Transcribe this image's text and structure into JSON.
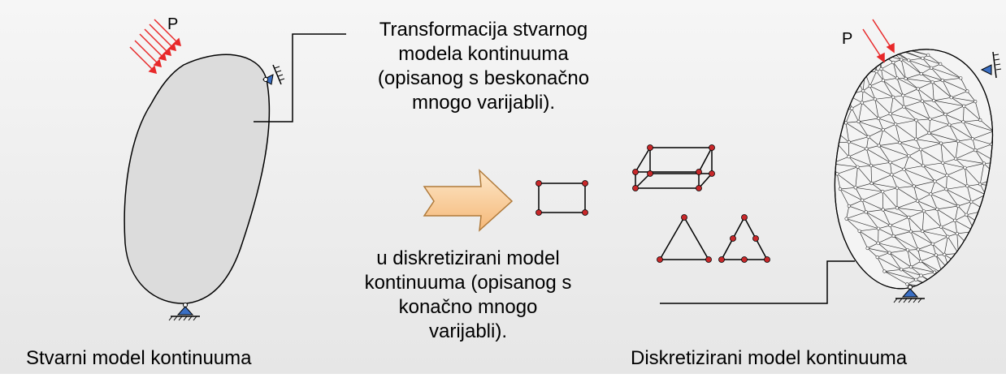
{
  "text_top": {
    "lines": [
      "Transformacija stvarnog",
      "modela kontinuuma",
      "(opisanog s beskonačno",
      "mnogo varijabli)."
    ]
  },
  "text_middle": {
    "lines": [
      "u diskretizirani model",
      "kontinuuma (opisanog s",
      "konačno mnogo",
      "varijabli)."
    ]
  },
  "caption_left": "Stvarni model kontinuuma",
  "caption_right": "Diskretizirani model kontinuuma",
  "load_label_left": "P",
  "load_label_right": "P",
  "colors": {
    "background": "#ececec",
    "body_fill": "#dcdcdc",
    "load_arrows": "#e8292a",
    "node": "#c8282a",
    "support": "#3a6fc4",
    "arrow_fill": "#fbd5a8",
    "arrow_stroke": "#b07a3a"
  }
}
